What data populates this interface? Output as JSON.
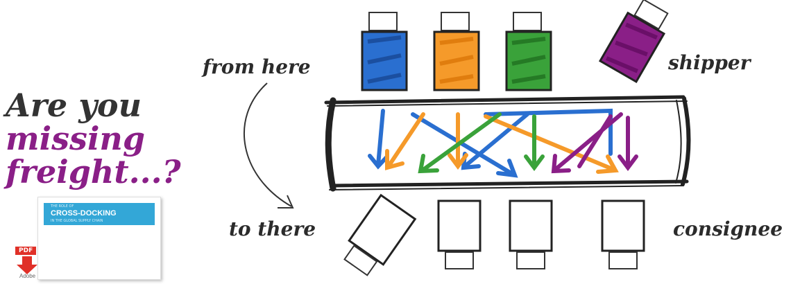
{
  "headline": {
    "line1": "Are you",
    "line2": "missing",
    "line3": "freight...?"
  },
  "labels": {
    "from_here": "from here",
    "to_there": "to there",
    "shipper": "shipper",
    "consignee": "consignee"
  },
  "book": {
    "kicker": "THE ROLE OF",
    "title": "CROSS-DOCKING",
    "subtitle": "IN THE GLOBAL SUPPLY CHAIN"
  },
  "pdf_badge": {
    "tag": "PDF",
    "brand": "Adobe"
  },
  "colors": {
    "blue": "#2a6fd0",
    "orange": "#f59a2a",
    "green": "#3aa23a",
    "purple": "#8a1f87",
    "ink": "#2b2b2b"
  }
}
